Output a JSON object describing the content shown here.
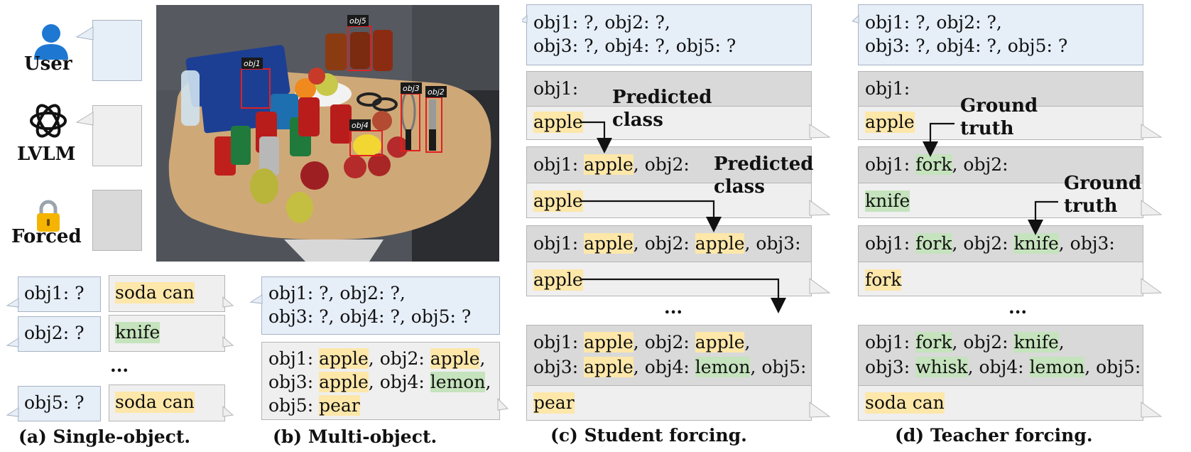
{
  "legend": {
    "user_label": "User",
    "lvlm_label": "LVLM",
    "forced_label": "Forced",
    "user_icon": "user-icon",
    "lvlm_icon": "openai-logo-icon",
    "forced_icon": "lock-icon"
  },
  "colors": {
    "user_box": "#e6eef8",
    "lvlm_box": "#efefef",
    "forced_box": "#d9d9d9",
    "incorrect_highlight": "#fde7a9",
    "correct_highlight": "#c5e3bd",
    "bbox_red": "#e02020"
  },
  "photo": {
    "tags": [
      "obj1",
      "obj2",
      "obj3",
      "obj4",
      "obj5"
    ]
  },
  "panel_a": {
    "caption": "(a) Single-object.",
    "rows": [
      {
        "query": "obj1: ?",
        "answer": "soda can",
        "correct": false
      },
      {
        "query": "obj2: ?",
        "answer": "knife",
        "correct": true
      },
      {
        "query": "obj5: ?",
        "answer": "soda can",
        "correct": false
      }
    ],
    "ellipsis": "..."
  },
  "panel_b": {
    "caption": "(b) Multi-object.",
    "prompt_line1": "obj1: ?, obj2: ?,",
    "prompt_line2": "obj3: ?, obj4: ?, obj5: ?",
    "answer": {
      "k1": "obj1: ",
      "v1": "apple",
      "s1": ", obj2: ",
      "v2": "apple",
      "s2": ",",
      "k3": "obj3: ",
      "v3": "apple",
      "s3": ", obj4: ",
      "v4": "lemon",
      "s4": ",",
      "k5": "obj5: ",
      "v5": "pear"
    }
  },
  "panel_c": {
    "caption": "(c) Student forcing.",
    "prompt_line1": "obj1: ?, obj2: ?,",
    "prompt_line2": "obj3: ?, obj4: ?, obj5: ?",
    "forced1": "obj1:",
    "ans1": "apple",
    "forced2": {
      "a": "obj1: ",
      "b": "apple",
      "c": ", obj2:"
    },
    "ans2": "apple",
    "forced3": {
      "a": "obj1: ",
      "b": "apple",
      "c": ", obj2: ",
      "d": "apple",
      "e": ", obj3:"
    },
    "ans3": "apple",
    "ellipsis": "...",
    "forced4_line1": {
      "a": "obj1: ",
      "b": "apple",
      "c": ", obj2: ",
      "d": "apple",
      "e": ","
    },
    "forced4_line2": {
      "a": "obj3: ",
      "b": "apple",
      "c": ", obj4: ",
      "d": "lemon",
      "e": ", obj5:"
    },
    "ans4": "pear",
    "note1_line1": "Predicted",
    "note1_line2": "class",
    "note2_line1": "Predicted",
    "note2_line2": "class"
  },
  "panel_d": {
    "caption": "(d) Teacher forcing.",
    "prompt_line1": "obj1: ?, obj2: ?,",
    "prompt_line2": "obj3: ?, obj4: ?, obj5: ?",
    "forced1": "obj1:",
    "ans1": "apple",
    "forced2": {
      "a": "obj1: ",
      "b": "fork",
      "c": ", obj2:"
    },
    "ans2": "knife",
    "forced3": {
      "a": "obj1: ",
      "b": "fork",
      "c": ", obj2: ",
      "d": "knife",
      "e": ", obj3:"
    },
    "ans3": "fork",
    "ellipsis": "...",
    "forced4_line1": {
      "a": "obj1: ",
      "b": "fork",
      "c": ", obj2: ",
      "d": "knife",
      "e": ","
    },
    "forced4_line2": {
      "a": "obj3: ",
      "b": "whisk",
      "c": ", obj4: ",
      "d": "lemon",
      "e": ", obj5:"
    },
    "ans4": "soda can",
    "note1_line1": "Ground",
    "note1_line2": "truth",
    "note2_line1": "Ground",
    "note2_line2": "truth"
  }
}
